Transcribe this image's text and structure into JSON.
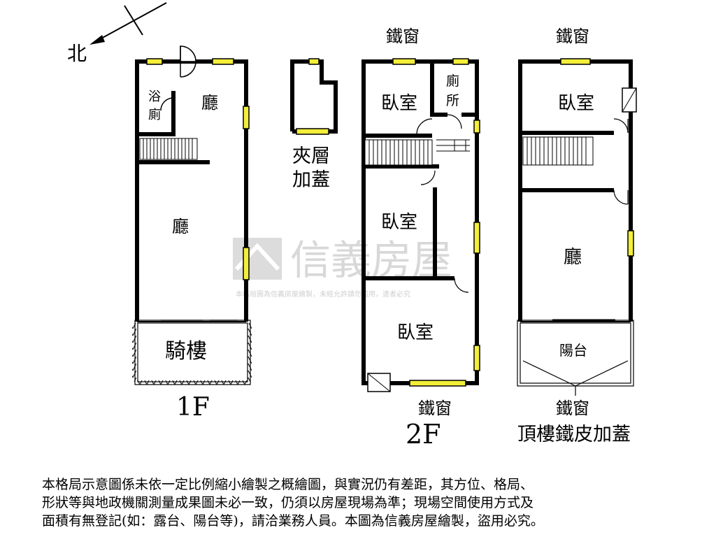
{
  "compass": {
    "north_label": "北"
  },
  "floor_1f": {
    "floor_label": "1F",
    "rooms": {
      "bath": "浴廁",
      "hall_upper": "廳",
      "hall_lower": "廳",
      "arcade": "騎樓"
    }
  },
  "mezzanine": {
    "label_line1": "夾層",
    "label_line2": "加蓋"
  },
  "floor_2f": {
    "floor_label": "2F",
    "window_top": "鐵窗",
    "window_bottom": "鐵窗",
    "rooms": {
      "bedroom_1": "臥室",
      "toilet": "廁所",
      "bedroom_2": "臥室",
      "bedroom_3": "臥室"
    }
  },
  "floor_roof": {
    "window_top": "鐵窗",
    "window_bottom": "鐵窗",
    "floor_label": "頂樓鐵皮加蓋",
    "rooms": {
      "bedroom": "臥室",
      "hall": "廳",
      "balcony": "陽台"
    }
  },
  "watermark": {
    "brand": "信義房屋",
    "notice": "本格局圖為信義房屋繪製，未經允許請勿盜用，違者必究"
  },
  "disclaimer": {
    "line1": "本格局示意圖係未依一定比例縮小繪製之概繪圖，與實況仍有差距，其方位、格局、",
    "line2": "形狀等與地政機關測量成果圖未必一致，仍須以房屋現場為準；現場空間使用方式及",
    "line3": "面積有無登記(如：露台、陽台等)，請洽業務人員。本圖為信義房屋繪製，盜用必究。"
  },
  "colors": {
    "wall": "#000000",
    "window_fill": "#f3ee3a",
    "watermark": "#d8d8d8",
    "background": "#ffffff"
  }
}
